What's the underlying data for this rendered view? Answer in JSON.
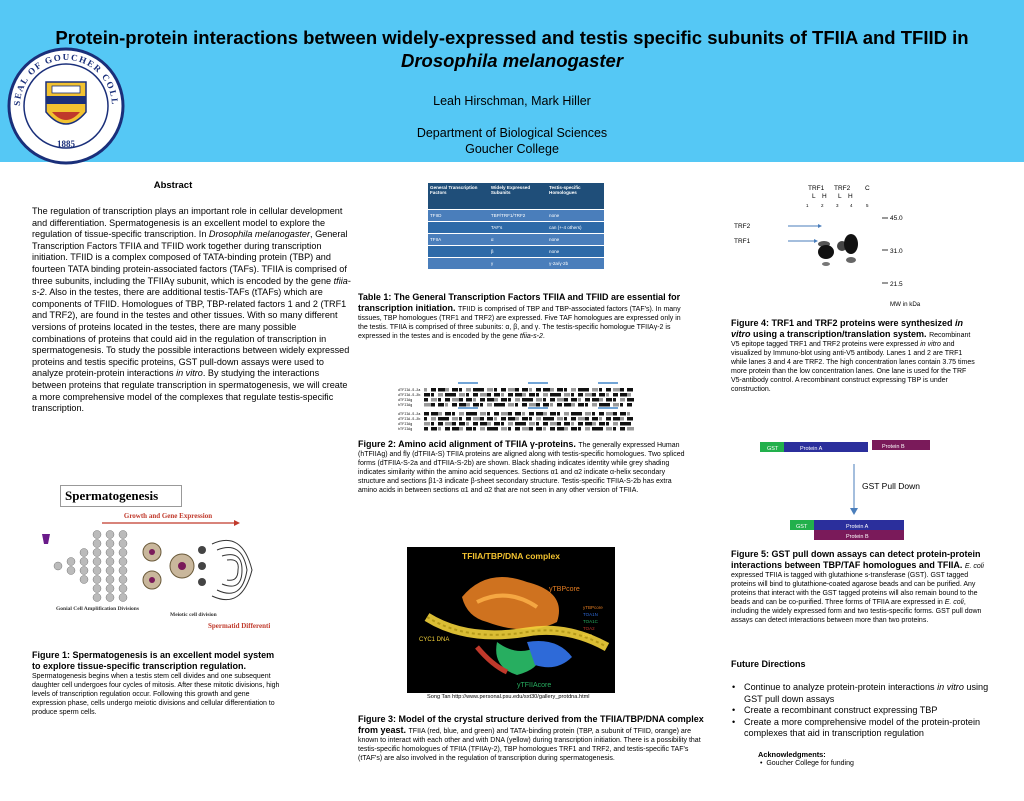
{
  "header": {
    "title_line1": "Protein-protein interactions between widely-expressed and testis specific subunits of TFIIA and TFIID in",
    "title_line2": "Drosophila melanogaster",
    "authors": "Leah Hirschman, Mark Hiller",
    "department": "Department of Biological Sciences",
    "college": "Goucher College",
    "seal": {
      "ring_text": "SEAL OF GOUCHER COLLEGE",
      "year": "1885"
    }
  },
  "abstract": {
    "heading": "Abstract",
    "body": [
      {
        "t": "The regulation of transcription plays an important role in cellular development and differentiation. Spermatogenesis is an excellent model to explore the regulation of tissue-specific transcription. In "
      },
      {
        "i": "Drosophila melanogaster"
      },
      {
        "t": ", General Transcription Factors TFIIA and TFIID work together during transcription initiation. TFIID is a complex composed of TATA-binding protein (TBP) and fourteen TATA binding protein-associated factors (TAFs). TFIIA is comprised of three subunits, including the TFIIAγ subunit, which is encoded by the gene "
      },
      {
        "i": "tfiia-s-2"
      },
      {
        "t": ". Also in the testes, there are additional testis-TAFs (tTAFs) which are components of TFIID. Homologues of TBP, TBP-related factors 1 and 2 (TRF1 and TRF2), are found in the testes and other tissues. With so many different versions of proteins located in the testes, there are many possible combinations of proteins that could aid in the regulation of transcription in spermatogenesis. To study the possible interactions between widely expressed proteins and testis specific proteins, GST pull-down assays were used to analyze protein-protein interactions "
      },
      {
        "i": "in vitro"
      },
      {
        "t": ". By studying the interactions between proteins that regulate transcription in spermatogenesis, we will create a more comprehensive model of the complexes that regulate testis-specific transcription."
      }
    ]
  },
  "table1": {
    "headers": [
      "General Transcription Factors",
      "Widely Expressed Subunits",
      "Testis-specific Homologues"
    ],
    "rows": [
      [
        "TFIID",
        "TBP/TRF1/TRF2",
        "none"
      ],
      [
        "",
        "TAF's",
        "can (+-4 others)"
      ],
      [
        "TFIIA",
        "α",
        "none"
      ],
      [
        "",
        "β",
        "none"
      ],
      [
        "",
        "γ",
        "γ-2a/γ-2b"
      ]
    ],
    "caption": [
      {
        "b": "Table 1: The General Transcription Factors TFIIA and TFIID are essential for transcription initiation. "
      },
      {
        "t": "TFIID is comprised of TBP and TBP-associated factors (TAF's). In many tissues, TBP homologues (TRF1 and TRF2) are expressed. Five TAF homologues are expressed only in the testis. TFIIA is comprised of three subunits: α, β, and γ. The testis-specific homologue TFIIAγ-2 is expressed in the testes and is encoded by the gene "
      },
      {
        "i": "tfiia-s-2"
      },
      {
        "t": "."
      }
    ]
  },
  "figure2": {
    "rows": [
      "dTFIIA-S-2a",
      "dTFIIA-S-2b",
      "dTFIIAg",
      "hTFIIAg",
      "dTFIIA-S-2a",
      "dTFIIA-S-2b",
      "dTFIIAg",
      "hTFIIAg"
    ],
    "caption": [
      {
        "b": "Figure 2: Amino acid alignment of TFIIA γ-proteins. "
      },
      {
        "t": "The generally expressed Human (hTFIIAg) and fly (dTFIIA-S) TFIIA proteins are aligned along with testis-specific homologues. Two spliced forms (dTFIIA-S-2a and dTFIIA-S-2b) are shown. Black shading indicates identity while grey shading indicates similarity within the amino acid sequences. Sections α1 and α2 indicate α-helix secondary structure and sections β1-3 indicate β-sheet secondary structure. Testis-specific TFIIA-S-2b has extra amino acids in between sections α1 and α2 that are not seen in any other version of TFIIA."
      }
    ]
  },
  "figure3": {
    "title": "TFIIA/TBP/DNA complex",
    "labels": {
      "tbp": "yTBPcore",
      "dna": "CYC1 DNA",
      "tfiia": "yTFIIAcore"
    },
    "legend": [
      "yTBPcore",
      "TOA1N",
      "TOA1C",
      "TOA2",
      "DNA"
    ],
    "credit": "Song Tan   http://www.personal.psu.edu/sxt30/gallery_protdna.html",
    "caption": [
      {
        "b": "Figure 3: Model of the crystal structure derived from the TFIIA/TBP/DNA complex from yeast. "
      },
      {
        "t": "TFIIA (red, blue, and green) and TATA-binding protein (TBP, a subunit of TFIID, orange) are known to interact with each other and with DNA (yellow) during transcription initiation. There is a possibility that testis-specific homologues of TFIIA (TFIIAγ-2), TBP homologues TRF1 and TRF2, and testis-specific TAF's (tTAF's) are also involved in the regulation of transcription during spermatogenesis."
      }
    ]
  },
  "figure1": {
    "title": "Spermatogenesis",
    "labels": {
      "growth": "Growth and Gene Expression",
      "gonial": "Gonial Cell Amplification Divisions",
      "meiotic": "Meiotic cell division",
      "spermatid": "Spermatid Differentiation"
    },
    "caption": [
      {
        "b": "Figure 1: Spermatogenesis is an excellent model system to explore tissue-specific transcription regulation. "
      },
      {
        "t": "Spermatogenesis begins when a testis stem cell divides and one subsequent daughter cell undergoes four cycles of mitosis. After these mitotic divisions, high levels of transcription regulation occur. Following this growth and gene expression phase, cells undergo meiotic divisions and cellular differentiation to produce sperm cells."
      }
    ]
  },
  "figure4": {
    "lane_headers": [
      "TRF1",
      "TRF2",
      "C"
    ],
    "lane_sub": [
      "L",
      "H",
      "L",
      "H"
    ],
    "lane_numbers": [
      "1",
      "2",
      "3",
      "4",
      "5"
    ],
    "band_labels": [
      "TRF2",
      "TRF1"
    ],
    "markers": [
      "45.0",
      "31.0",
      "21.5"
    ],
    "mw_label": "MW in kDa",
    "caption": [
      {
        "b": "Figure 4: TRF1 and TRF2 proteins were synthesized "
      },
      {
        "bi": "in vitro"
      },
      {
        "b": " using a transcription/translation system. "
      },
      {
        "t": "Recombinant V5 epitope tagged TRF1 and TRF2 proteins were expressed "
      },
      {
        "i": "in vitro"
      },
      {
        "t": " and visualized by Immuno-blot using anti-V5 antibody. Lanes 1 and 2 are TRF1 while lanes 3 and 4 are TRF2. The high concentration lanes contain 3.75 times more protein than the low concentration lanes. One lane is used for the TRF V5-antibody control. A recombinant construct expressing TBP is under construction."
      }
    ]
  },
  "figure5": {
    "gst": "GST",
    "protein_a": "Protein A",
    "protein_b": "Protein B",
    "arrow_label": "GST Pull Down",
    "colors": {
      "gst": "#22b04c",
      "protein_a": "#2b2f9c",
      "protein_b": "#7a1a5a"
    },
    "caption": [
      {
        "b": "Figure 5: GST pull down assays can detect protein-protein interactions between TBP/TAF homologues and TFIIA. "
      },
      {
        "i": "E. coli"
      },
      {
        "t": " expressed TFIIA is tagged with glutathione s-transferase (GST). GST tagged proteins will bind to glutathione-coated agarose beads and can be purified. Any proteins that interact with the GST tagged proteins will also remain bound to the beads and can be co-purified. Three forms of TFIIA are expressed in "
      },
      {
        "i": "E. coli"
      },
      {
        "t": ", including the widely expressed form and two testis-specific forms. GST pull down assays can detect interactions between more than two proteins."
      }
    ]
  },
  "future": {
    "heading": "Future Directions",
    "items": [
      [
        {
          "t": "Continue to analyze protein-protein interactions "
        },
        {
          "i": "in vitro"
        },
        {
          "t": " using GST pull down assays"
        }
      ],
      [
        {
          "t": "Create a recombinant construct expressing TBP"
        }
      ],
      [
        {
          "t": "Create a more comprehensive model of the protein-protein complexes that aid in transcription regulation"
        }
      ]
    ]
  },
  "acknowledgments": {
    "heading": "Acknowledgments:",
    "item": "Goucher College for funding"
  },
  "colors": {
    "header_bg": "#55c8f5",
    "table_header": "#1f4e79",
    "table_row": "#4a7ebb"
  }
}
